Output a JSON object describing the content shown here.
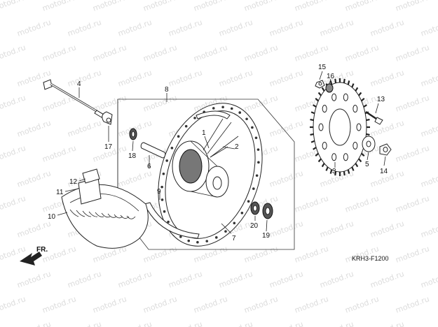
{
  "diagram": {
    "reference_code": "KRH3-F1200",
    "direction_label": "FR.",
    "watermark_text": "motod.ru",
    "callouts": [
      "1",
      "2",
      "3",
      "4",
      "5",
      "6",
      "7",
      "8",
      "9",
      "10",
      "11",
      "12",
      "13",
      "14",
      "15",
      "16",
      "17",
      "18",
      "19",
      "20"
    ]
  },
  "colors": {
    "line": "#222222",
    "watermark": "#dcdcdc",
    "background": "#ffffff"
  }
}
